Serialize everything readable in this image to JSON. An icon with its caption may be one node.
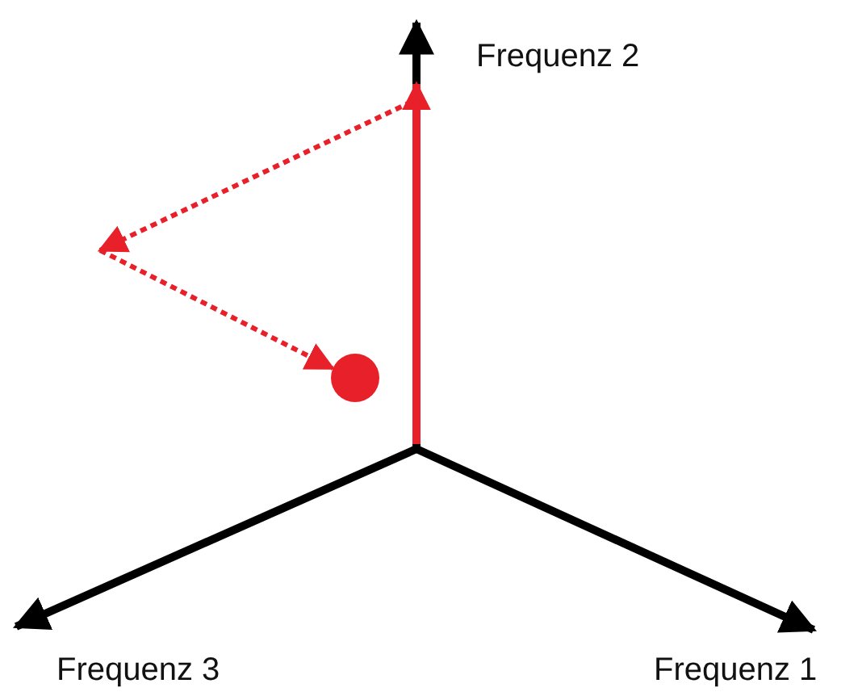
{
  "diagram": {
    "labels": [
      "Frequenz 2",
      "Frequenz 3",
      "Frequenz 1"
    ]
  }
}
